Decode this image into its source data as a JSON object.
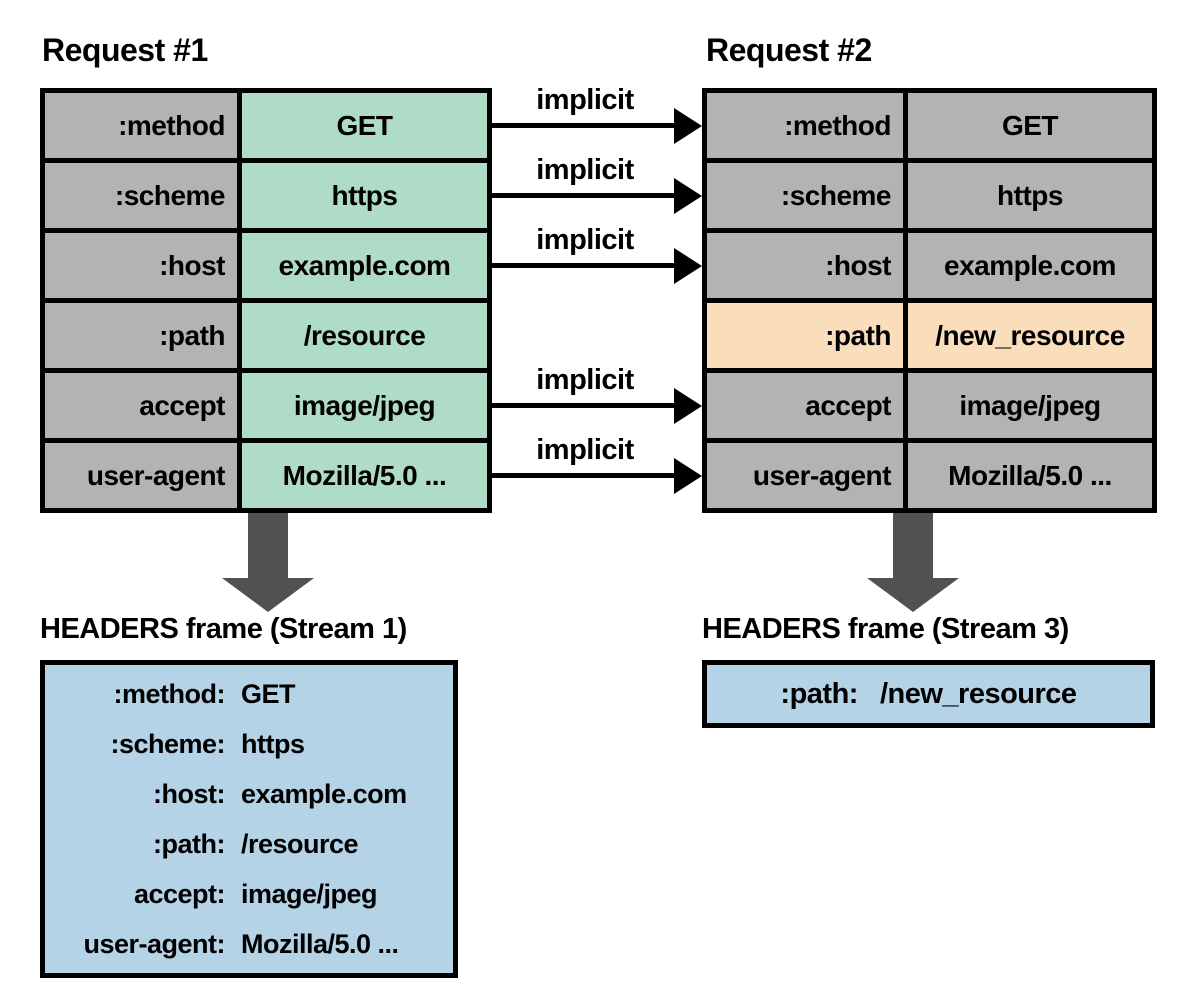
{
  "request1": {
    "title": "Request #1",
    "rows": [
      {
        "label": ":method",
        "value": "GET",
        "highlight": false
      },
      {
        "label": ":scheme",
        "value": "https",
        "highlight": false
      },
      {
        "label": ":host",
        "value": "example.com",
        "highlight": false
      },
      {
        "label": ":path",
        "value": "/resource",
        "highlight": false
      },
      {
        "label": "accept",
        "value": "image/jpeg",
        "highlight": false
      },
      {
        "label": "user-agent",
        "value": "Mozilla/5.0 ...",
        "highlight": false
      }
    ]
  },
  "request2": {
    "title": "Request #2",
    "rows": [
      {
        "label": ":method",
        "value": "GET",
        "highlight": false
      },
      {
        "label": ":scheme",
        "value": "https",
        "highlight": false
      },
      {
        "label": ":host",
        "value": "example.com",
        "highlight": false
      },
      {
        "label": ":path",
        "value": "/new_resource",
        "highlight": true
      },
      {
        "label": "accept",
        "value": "image/jpeg",
        "highlight": false
      },
      {
        "label": "user-agent",
        "value": "Mozilla/5.0 ...",
        "highlight": false
      }
    ]
  },
  "arrows": [
    {
      "label": "implicit",
      "row": 0
    },
    {
      "label": "implicit",
      "row": 1
    },
    {
      "label": "implicit",
      "row": 2
    },
    {
      "label": "implicit",
      "row": 4
    },
    {
      "label": "implicit",
      "row": 5
    }
  ],
  "frame1": {
    "title": "HEADERS frame (Stream 1)",
    "lines": [
      {
        "label": ":method:",
        "value": "GET"
      },
      {
        "label": ":scheme:",
        "value": "https"
      },
      {
        "label": ":host:",
        "value": "example.com"
      },
      {
        "label": ":path:",
        "value": "/resource"
      },
      {
        "label": "accept:",
        "value": "image/jpeg"
      },
      {
        "label": "user-agent:",
        "value": "Mozilla/5.0 ..."
      }
    ]
  },
  "frame3": {
    "title": "HEADERS frame (Stream 3)",
    "lines": [
      {
        "label": ":path:",
        "value": "/new_resource"
      }
    ]
  },
  "colors": {
    "gray": "#b3b3b3",
    "green": "#afdcc6",
    "orange": "#fadebb",
    "blue": "#b4d3e6",
    "dark_arrow": "#515151",
    "border": "#000000"
  }
}
